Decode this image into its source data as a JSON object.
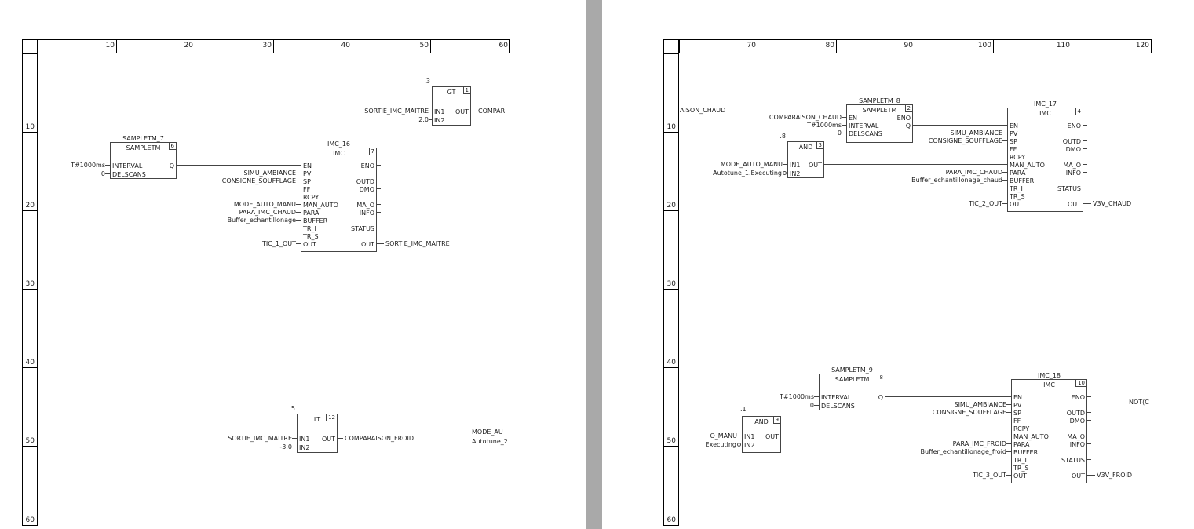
{
  "rulers": {
    "left_h": [
      "10",
      "20",
      "30",
      "40",
      "50",
      "60"
    ],
    "right_h": [
      "70",
      "80",
      "90",
      "100",
      "110",
      "120"
    ],
    "v": [
      "10",
      "20",
      "30",
      "40",
      "50",
      "60"
    ]
  },
  "left_page": {
    "gt": {
      "ref": ".3",
      "num": "1",
      "type": "GT",
      "in1": "IN1",
      "in2": "IN2",
      "out": "OUT",
      "in1_src": "SORTIE_IMC_MAITRE",
      "in2_src": "2.0",
      "out_dst": "COMPAR"
    },
    "sampletm7": {
      "name": "SAMPLETM_7",
      "num": "6",
      "type": "SAMPLETM",
      "interval": "INTERVAL",
      "delscans": "DELSCANS",
      "q": "Q",
      "interval_src": "T#1000ms",
      "delscans_src": "0"
    },
    "imc16": {
      "name": "IMC_16",
      "num": "7",
      "type": "IMC",
      "lp": [
        "EN",
        "PV",
        "SP",
        "FF",
        "RCPY",
        "MAN_AUTO",
        "PARA",
        "BUFFER",
        "TR_I",
        "TR_S",
        "OUT"
      ],
      "rp": [
        "ENO",
        "OUTD",
        "DMO",
        "MA_O",
        "INFO",
        "STATUS",
        "OUT"
      ],
      "pv_src": "SIMU_AMBIANCE",
      "sp_src": "CONSIGNE_SOUFFLAGE",
      "man_src": "MODE_AUTO_MANU",
      "para_src": "PARA_IMC_CHAUD",
      "buffer_src": "Buffer_echantillonage",
      "out_src": "TIC_1_OUT",
      "out_dst": "SORTIE_IMC_MAITRE"
    },
    "lt": {
      "ref": ".5",
      "num": "12",
      "type": "LT",
      "in1": "IN1",
      "in2": "IN2",
      "out": "OUT",
      "in1_src": "SORTIE_IMC_MAITRE",
      "in2_src": "-3.0",
      "out_dst": "COMPARAISON_FROID"
    },
    "clip1": "MODE_AU",
    "clip2": "Autotune_2"
  },
  "right_page": {
    "clip_in": "AISON_CHAUD",
    "sampletm8": {
      "name": "SAMPLETM_8",
      "num": "2",
      "type": "SAMPLETM",
      "en": "EN",
      "eno": "ENO",
      "interval": "INTERVAL",
      "delscans": "DELSCANS",
      "q": "Q",
      "en_src": "COMPARAISON_CHAUD",
      "interval_src": "T#1000ms",
      "delscans_src": "0"
    },
    "and3": {
      "ref": ".8",
      "num": "3",
      "type": "AND",
      "in1": "IN1",
      "in2": "IN2",
      "out": "OUT",
      "in1_src": "MODE_AUTO_MANU",
      "in2_src": "Autotune_1.Executing"
    },
    "imc17": {
      "name": "IMC_17",
      "num": "4",
      "type": "IMC",
      "lp": [
        "EN",
        "PV",
        "SP",
        "FF",
        "RCPY",
        "MAN_AUTO",
        "PARA",
        "BUFFER",
        "TR_I",
        "TR_S",
        "OUT"
      ],
      "rp": [
        "ENO",
        "OUTD",
        "DMO",
        "MA_O",
        "INFO",
        "STATUS",
        "OUT"
      ],
      "pv_src": "SIMU_AMBIANCE",
      "sp_src": "CONSIGNE_SOUFFLAGE",
      "para_src": "PARA_IMC_CHAUD",
      "buffer_src": "Buffer_echantillonage_chaud",
      "out_src": "TIC_2_OUT",
      "out_dst": "V3V_CHAUD"
    },
    "sampletm9": {
      "name": "SAMPLETM_9",
      "num": "8",
      "type": "SAMPLETM",
      "interval": "INTERVAL",
      "delscans": "DELSCANS",
      "q": "Q",
      "interval_src": "T#1000ms",
      "delscans_src": "0"
    },
    "and9": {
      "ref": ".1",
      "num": "9",
      "type": "AND",
      "in1": "IN1",
      "in2": "IN2",
      "out": "OUT",
      "in1_src": "O_MANU",
      "in2_src": "Executing"
    },
    "imc18": {
      "name": "IMC_18",
      "num": "10",
      "type": "IMC",
      "lp": [
        "EN",
        "PV",
        "SP",
        "FF",
        "RCPY",
        "MAN_AUTO",
        "PARA",
        "BUFFER",
        "TR_I",
        "TR_S",
        "OUT"
      ],
      "rp": [
        "ENO",
        "OUTD",
        "DMO",
        "MA_O",
        "INFO",
        "STATUS",
        "OUT"
      ],
      "pv_src": "SIMU_AMBIANCE",
      "sp_src": "CONSIGNE_SOUFFLAGE",
      "para_src": "PARA_IMC_FROID",
      "buffer_src": "Buffer_echantillonage_froid",
      "out_src": "TIC_3_OUT",
      "out_dst": "V3V_FROID"
    },
    "clip_out": "NOT(C"
  }
}
